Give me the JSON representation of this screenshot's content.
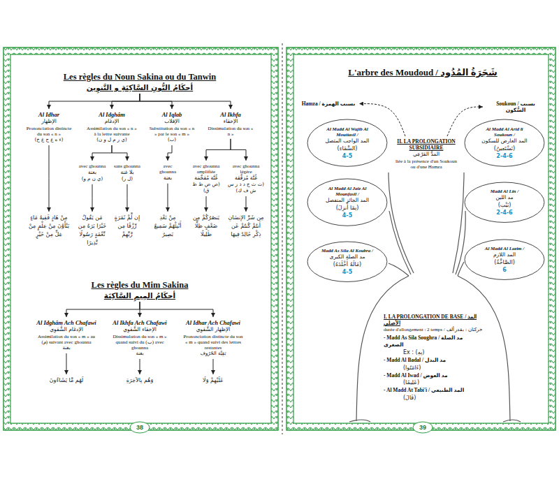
{
  "diagram": {
    "title": "L'arbre des Moudoud / شَجَرَةُ المُدُود",
    "nodes": [
      {
        "text": [
          "Les règles du Noun Sakina ou du Tanwin",
          "أحكَامُ النُّونِ السَّاكِنَةِ و التَّنوِين"
        ]
      },
      {
        "text": [
          "Al Idhar",
          "الإظهَار",
          "Prononciation distincte du son « n »",
          "(ء ه ع ح غ خ)"
        ]
      },
      {
        "text": [
          "Al Idghâm",
          "الإدغَام",
          "Assimilation du son « n » à la lettre suivante",
          "(ي ر م ل و ن)"
        ]
      },
      {
        "text": [
          "Al Iqlab",
          "الإقلاب",
          "Substitution du son « n » par le son « m »",
          "(ب)"
        ]
      },
      {
        "text": [
          "Al Ikhfa",
          "الإخفَاء",
          "Dissimulation du son « n »"
        ]
      },
      {
        "text": [
          "avec ghounna",
          "بغنة",
          "(ي ن م و)"
        ]
      },
      {
        "text": [
          "sans ghounna",
          "بلا غنة",
          "(ل ر)"
        ]
      },
      {
        "text": [
          "avec ghounna",
          "بغنة"
        ]
      },
      {
        "text": [
          "avec ghounna amplifiée",
          "غُنَّة مُفَخَّمَة",
          "(ص ض ط ظ ق)"
        ]
      },
      {
        "text": [
          "avec ghounna légère",
          "غُنَّة مُرَقَّقَة",
          "(ت ث ج د ذ ز س ش ف ك)"
        ]
      },
      {
        "text": [
          "مِنْ هَادٍ فَقِيهُ مَاءٍ يَنْأَوْنَ مِنْ عِلْمٍ مِنْ غِلٍّ مِنْ خَيْرٍ"
        ]
      },
      {
        "text": [
          "مَن يَقُولُ خَيْرًا يَرَهُ مِن نِّعْمَةٍ رَسُولًا نَّذِيرًا"
        ]
      },
      {
        "text": [
          "إِن لَّمْ ثَمَرَةٍ رِّزْقًا مِن رَّبِّهِمْ"
        ]
      },
      {
        "text": [
          "مِنْ بَعْدِ أَنْبِئْهُمْ سَمِيعٌ بَصِيرٌ"
        ]
      },
      {
        "text": [
          "يَنصُرُكُمْ مِن ضَعْفٍ ظِلًّا ظَلِيلًا"
        ]
      },
      {
        "text": [
          "مِن شَرِّ الإِنسَانِ أَنتُمْ كُنتُمْ عَن ذِكْرِ خَالِدٌ فِيهَا"
        ]
      },
      {
        "text": [
          "Les règles du Mim Sakina",
          "أحكَامُ المِيمِ السَّاكِنَة"
        ]
      },
      {
        "text": [
          "Al Idghâm Ach Chafawi",
          "الإدغَام الشَّفَوِي",
          "Assimilation du son « m » au (م) suivant avec ghounna",
          "بغنة"
        ]
      },
      {
        "text": [
          "Al Ikhfa Ach Chafawi",
          "الإخفَاء الشَّفَوِي",
          "Dissimulation du son « m » quand suivi du (ب) avec ghounna",
          "بغنة"
        ]
      },
      {
        "text": [
          "Al Idhar Ach Chafawi",
          "الإظهَار الشَّفَوِي",
          "Prononciation distincte du son « m » quand suivi des lettres restantes",
          "بَقِيَّة الحُرُوف"
        ]
      },
      {
        "text": [
          "لَهُم مَّا يَشَاءُونَ"
        ]
      },
      {
        "text": [
          "وَهُم بِالآخِرَةِ"
        ]
      },
      {
        "text": [
          "عَلَيْهِمْ وَلَا"
        ]
      },
      {
        "text": [
          "II. LA PROLONGATION SUBSIDIAIRE",
          "المَدُّ الفَرْعِي",
          "liée à la présence d'un Soukoun ou d'une Hamza"
        ]
      },
      {
        "text": [
          "Hamza / بسبب الهمزة"
        ]
      },
      {
        "text": [
          "Soukoun / بسبب السُّكون"
        ]
      },
      {
        "text": [
          "Al Madd Al Wajib Al Mouttasil /",
          "المد الواجب المتصل",
          "(السَّمَاءِ)",
          "4-5"
        ]
      },
      {
        "text": [
          "Al Madd Al Jaiz Al Mounfasil /",
          "المد الجائز المنفصل",
          "(بِمَا أُنزِلَ)",
          "4-5"
        ]
      },
      {
        "text": [
          "Madd As Sila Al Koubra /",
          "مد الصلة الكبرى",
          "(مَالَهُ أَخْلَدَهُ)",
          "4-5"
        ]
      },
      {
        "text": [
          "Al Madd Al Arid li Soukoun /",
          "المد العارض للسكون",
          "(نَسْتَعِينُ)",
          "2-4-6"
        ]
      },
      {
        "text": [
          "Madd Al Lin /",
          "مد اللين",
          "(بَيْتِ)",
          "2-4-6"
        ]
      },
      {
        "text": [
          "Al Madd Al Lazim /",
          "المد اللازم",
          "(الصَّاخَّةُ)",
          "6"
        ]
      },
      {
        "text": [
          "I. LA PROLONGATION DE BASE / المد الأصلي",
          "durée d'allongement : 2 temps / حركتان : بقدر ألف",
          "- Madd As Sila Soughra / مد الصلة الصغرى",
          "Ex : (بِهِ)",
          "- Madd Al Badal / مد البدل",
          "(ءَامَنُوا)",
          "- Madd Al Iwad / مد العوض",
          "(عَلِيمًا)",
          "- Al Madd At Tabi'i / المد الطبيعي",
          "(قَالَ)"
        ]
      }
    ],
    "edges": [
      {
        "from": 0,
        "to": 1,
        "arrow": "to"
      },
      {
        "from": 0,
        "to": 2,
        "arrow": "to"
      },
      {
        "from": 0,
        "to": 3,
        "arrow": "to"
      },
      {
        "from": 0,
        "to": 4,
        "arrow": "to"
      },
      {
        "from": 2,
        "to": 5,
        "arrow": "to"
      },
      {
        "from": 2,
        "to": 6,
        "arrow": "to"
      },
      {
        "from": 3,
        "to": 7,
        "arrow": "to"
      },
      {
        "from": 4,
        "to": 8,
        "arrow": "to"
      },
      {
        "from": 4,
        "to": 9,
        "arrow": "to"
      },
      {
        "from": 1,
        "to": 10,
        "arrow": "to"
      },
      {
        "from": 5,
        "to": 11,
        "arrow": "to"
      },
      {
        "from": 6,
        "to": 12,
        "arrow": "to"
      },
      {
        "from": 7,
        "to": 13,
        "arrow": "to"
      },
      {
        "from": 8,
        "to": 14,
        "arrow": "to"
      },
      {
        "from": 9,
        "to": 15,
        "arrow": "to"
      },
      {
        "from": 16,
        "to": 17,
        "arrow": "to"
      },
      {
        "from": 16,
        "to": 18,
        "arrow": "to"
      },
      {
        "from": 16,
        "to": 19,
        "arrow": "to"
      },
      {
        "from": 17,
        "to": 20,
        "arrow": "to"
      },
      {
        "from": 18,
        "to": 21,
        "arrow": "to"
      },
      {
        "from": 19,
        "to": 22,
        "arrow": "to"
      },
      {
        "from": 23,
        "to": 24,
        "arrow": "to"
      },
      {
        "from": 23,
        "to": 25,
        "arrow": "to"
      }
    ],
    "labels": [
      "38",
      "39"
    ]
  }
}
